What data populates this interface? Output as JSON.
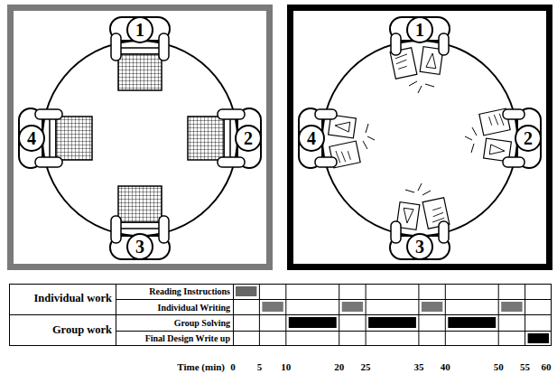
{
  "diagram": {
    "nodes": [
      {
        "text": [
          "1"
        ]
      },
      {
        "text": [
          "2"
        ]
      },
      {
        "text": [
          "3"
        ]
      },
      {
        "text": [
          "4"
        ]
      },
      {
        "text": [
          "1"
        ]
      },
      {
        "text": [
          "2"
        ]
      },
      {
        "text": [
          "3"
        ]
      },
      {
        "text": [
          "4"
        ]
      }
    ],
    "labels": [
      "Individual work",
      "Group work",
      "Reading Instructions",
      "Individual Writing",
      "Group Solving",
      "Final Design Write up",
      "Time (min)",
      "0",
      "5",
      "10",
      "20",
      "25",
      "35",
      "40",
      "50",
      "55",
      "60"
    ]
  }
}
